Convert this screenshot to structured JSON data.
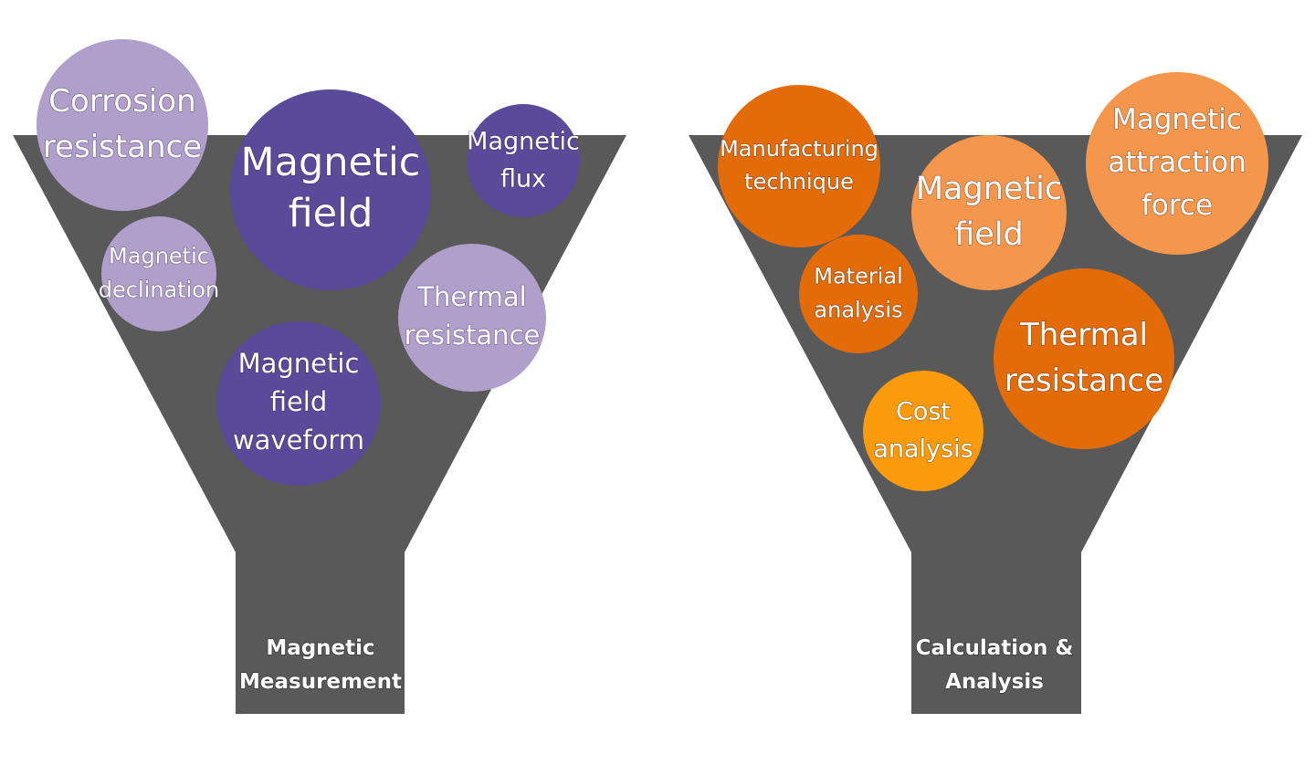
{
  "funnels": [
    {
      "label_lines": [
        "Magnetic",
        "Measurement"
      ],
      "color": "#595959",
      "bubbles": [
        {
          "lines": [
            "Corrosion",
            "resistance"
          ],
          "color": "#b09fca"
        },
        {
          "lines": [
            "Magnetic",
            "field"
          ],
          "color": "#5a4a9a"
        },
        {
          "lines": [
            "Magnetic",
            "flux"
          ],
          "color": "#5a4a9a"
        },
        {
          "lines": [
            "Magnetic",
            "declination"
          ],
          "color": "#b09fca"
        },
        {
          "lines": [
            "Thermal",
            "resistance"
          ],
          "color": "#b09fca"
        },
        {
          "lines": [
            "Magnetic",
            "field",
            "waveform"
          ],
          "color": "#5a4a9a"
        }
      ]
    },
    {
      "label_lines": [
        "Calculation &",
        "Analysis"
      ],
      "color": "#595959",
      "bubbles": [
        {
          "lines": [
            "Manufacturing",
            "technique"
          ],
          "color": "#e36c09"
        },
        {
          "lines": [
            "Magnetic",
            "field"
          ],
          "color": "#f4974c"
        },
        {
          "lines": [
            "Magnetic",
            "attraction",
            "force"
          ],
          "color": "#f4974c"
        },
        {
          "lines": [
            "Material",
            "analysis"
          ],
          "color": "#e36c09"
        },
        {
          "lines": [
            "Thermal",
            "resistance"
          ],
          "color": "#e36c09"
        },
        {
          "lines": [
            "Cost",
            "analysis"
          ],
          "color": "#fb9a0b"
        }
      ]
    }
  ]
}
